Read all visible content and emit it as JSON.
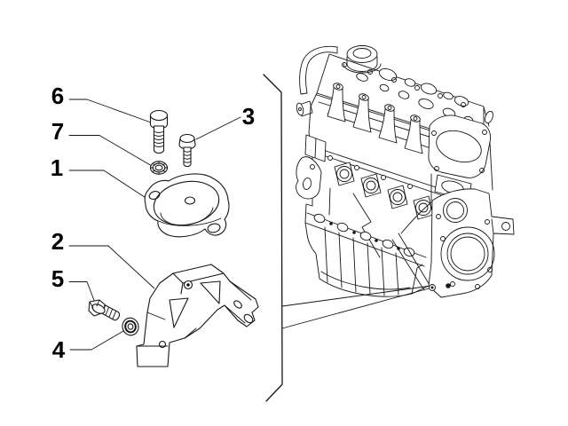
{
  "diagram": {
    "background_color": "#ffffff",
    "line_color": "#161616",
    "label_color": "#000000",
    "callouts": [
      {
        "label": "6",
        "target": "long-bolt"
      },
      {
        "label": "7",
        "target": "ribbed-washer"
      },
      {
        "label": "1",
        "target": "engine-mount-pad"
      },
      {
        "label": "2",
        "target": "support-bracket"
      },
      {
        "label": "5",
        "target": "short-bolt"
      },
      {
        "label": "4",
        "target": "washer"
      },
      {
        "label": "3",
        "target": "flanged-bolt"
      }
    ],
    "reference_view": "engine front isometric line drawing"
  }
}
